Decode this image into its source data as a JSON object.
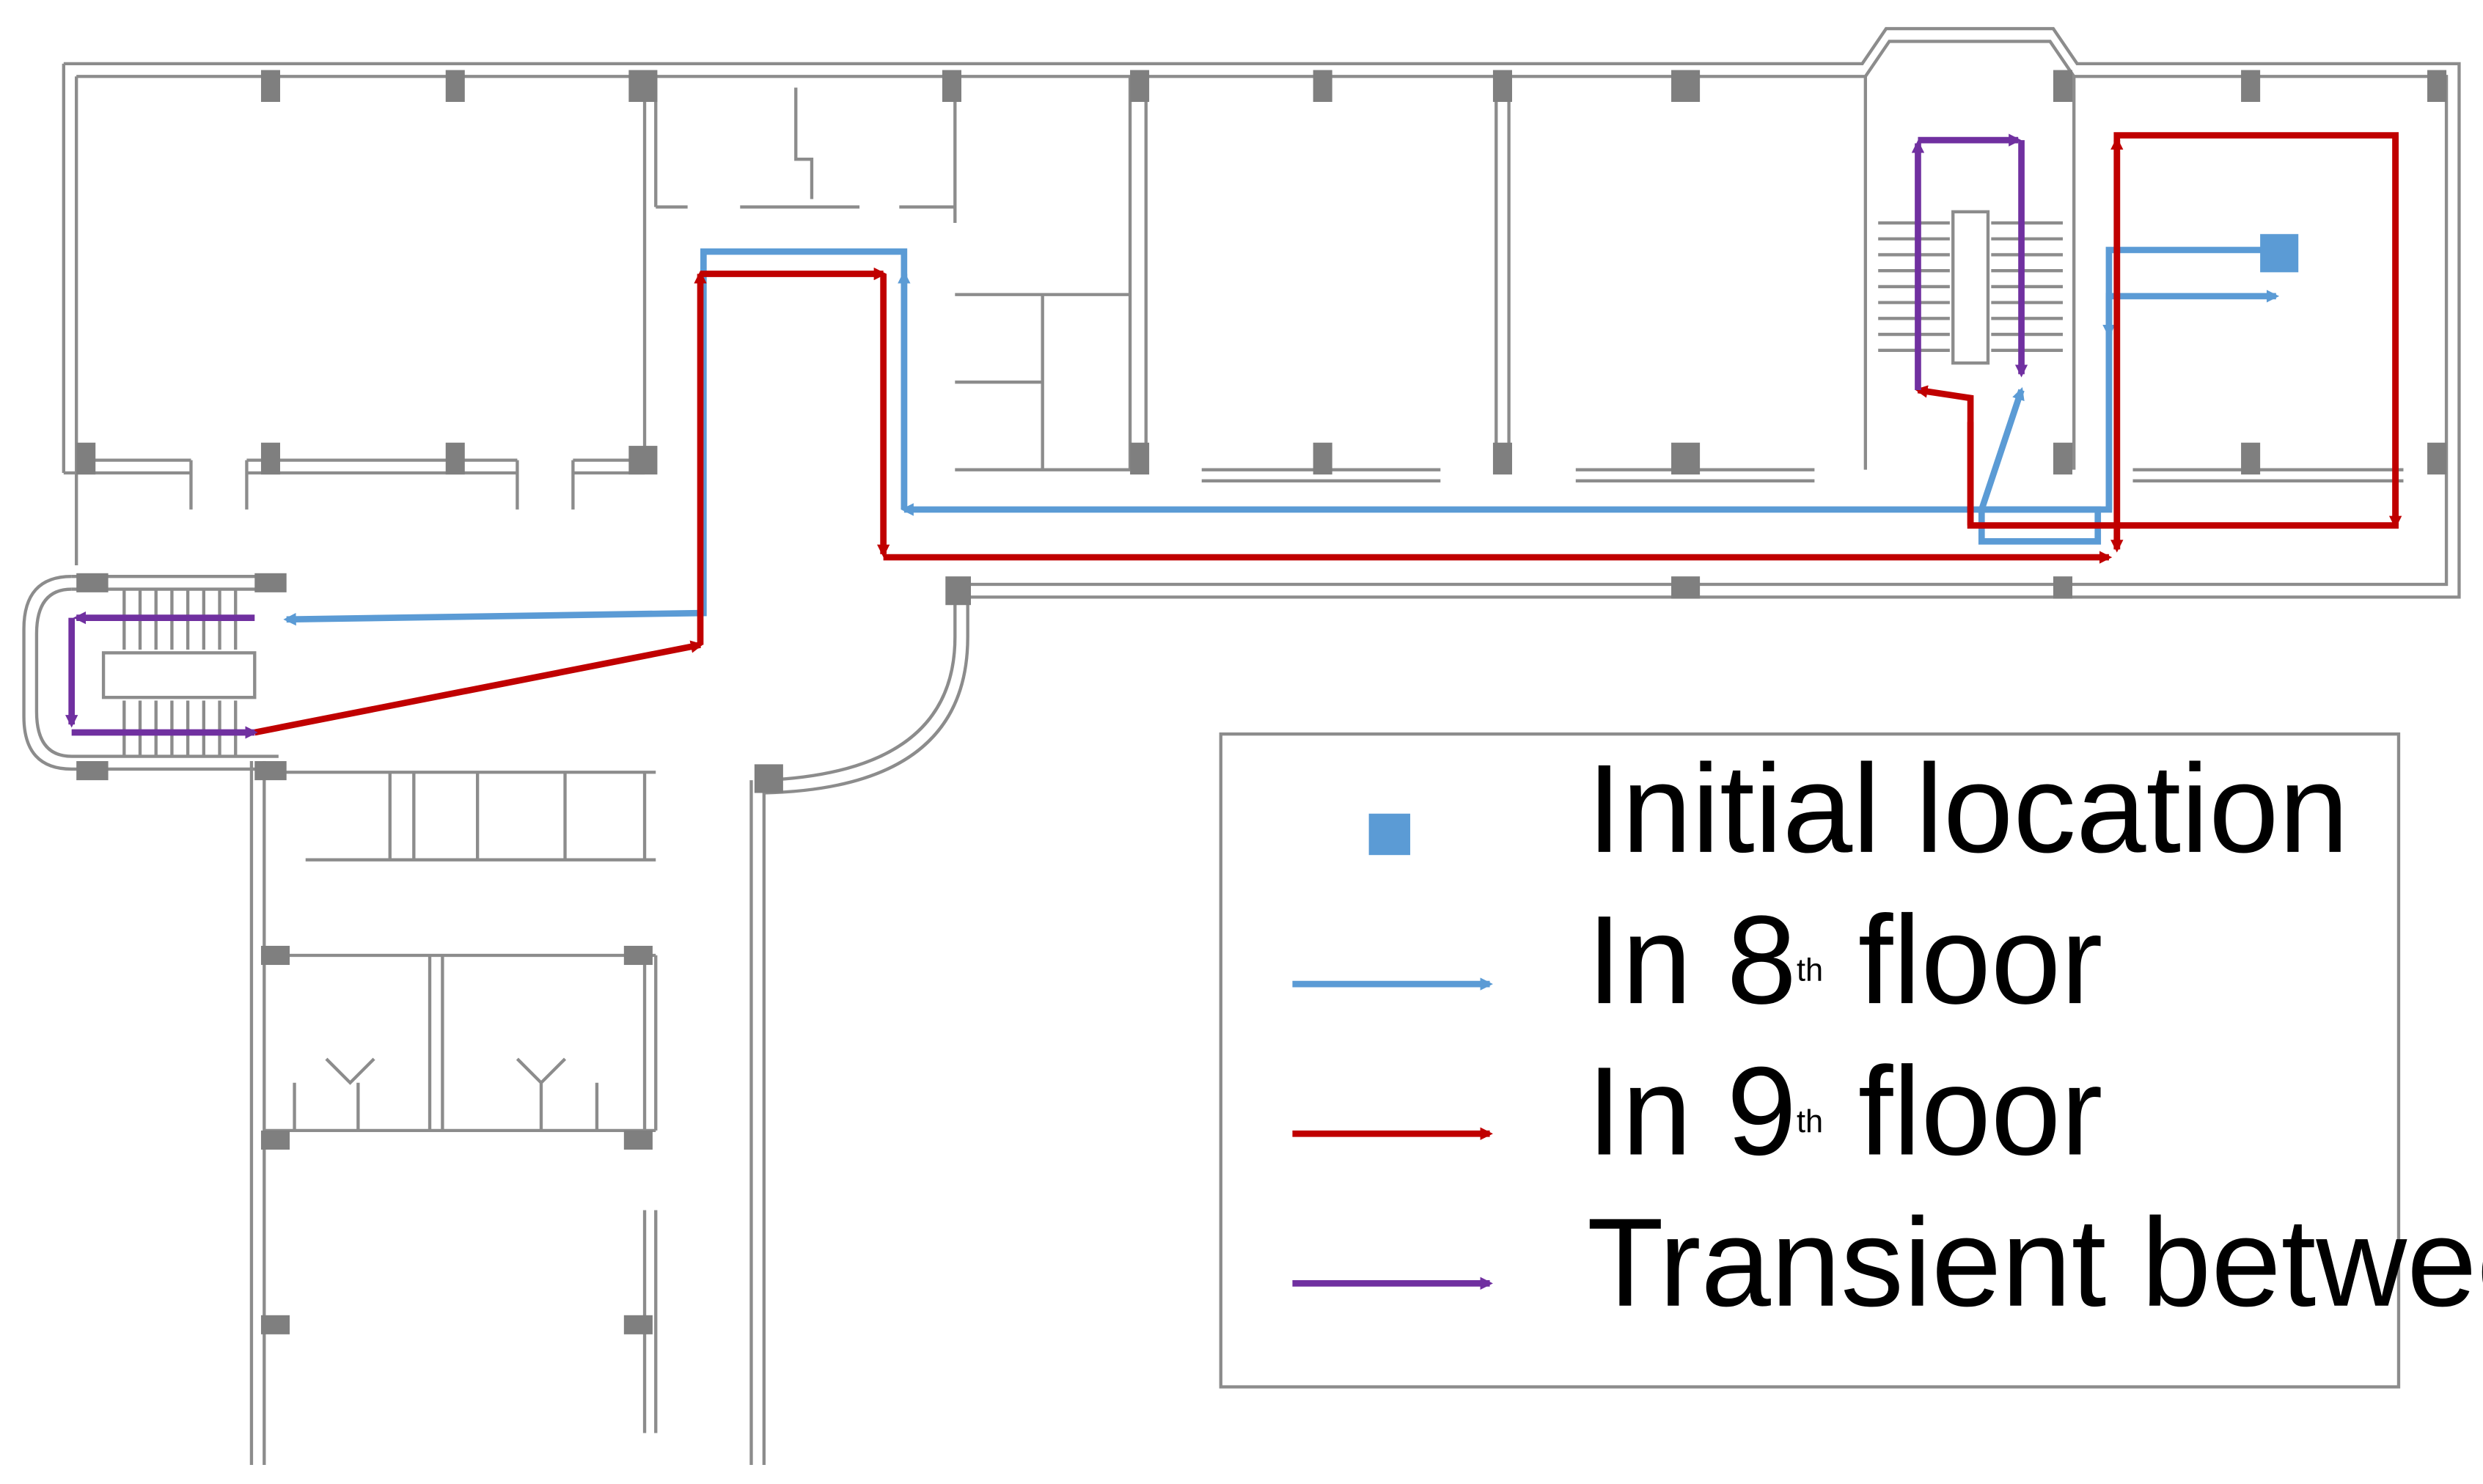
{
  "legend": {
    "initial_location": "Initial location",
    "floor8_prefix": "In 8",
    "floor8_sup": "th",
    "floor8_suffix": " floor",
    "floor9_prefix": "In 9",
    "floor9_sup": "th",
    "floor9_suffix": " floor",
    "transient": "Transient between floors"
  },
  "colors": {
    "floor8": "#5b9bd5",
    "floor9": "#c00000",
    "transient": "#7030a0",
    "walls": "#8c8c8c",
    "columns": "#7f7f7f"
  },
  "icons": {
    "initial_marker": "blue-square-icon",
    "route_arrow": "arrow-right-icon"
  }
}
